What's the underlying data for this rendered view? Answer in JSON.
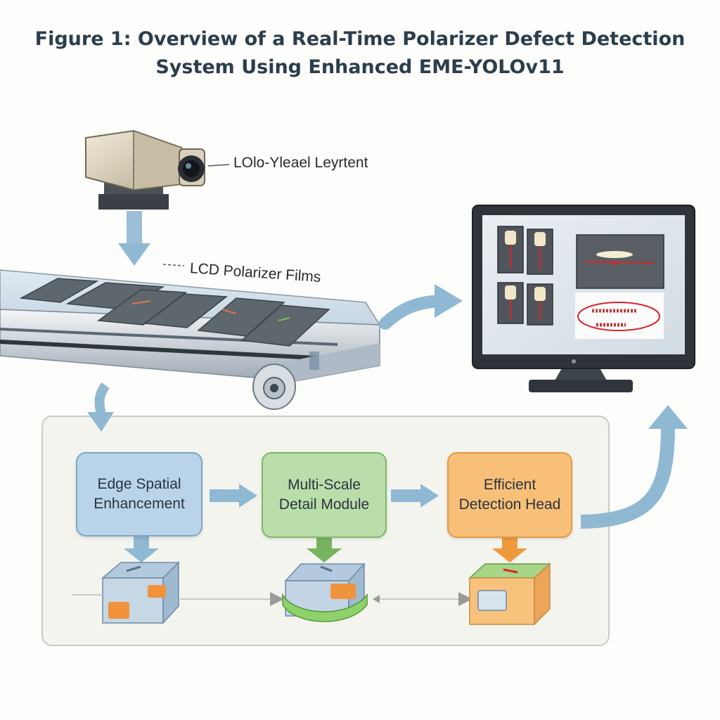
{
  "figure": {
    "title_line1": "Figure 1: Overview of a Real-Time Polarizer Defect Detection",
    "title_line2": "System Using Enhanced EME-YOLOv11"
  },
  "labels": {
    "camera": "LOlo-Yleael Leyrtent",
    "conveyor": "LCD Polarizer Films"
  },
  "modules": [
    {
      "line1": "Edge Spatial",
      "line2": "Enhancement",
      "color": "#b9d4e8"
    },
    {
      "line1": "Multi-Scale",
      "line2": "Detail Module",
      "color": "#b9deaa"
    },
    {
      "line1": "Efficient",
      "line2": "Detection Head",
      "color": "#f7bf77"
    }
  ],
  "colors": {
    "arrow": "#8fb8d3",
    "defect_mark": "#d6262b"
  }
}
